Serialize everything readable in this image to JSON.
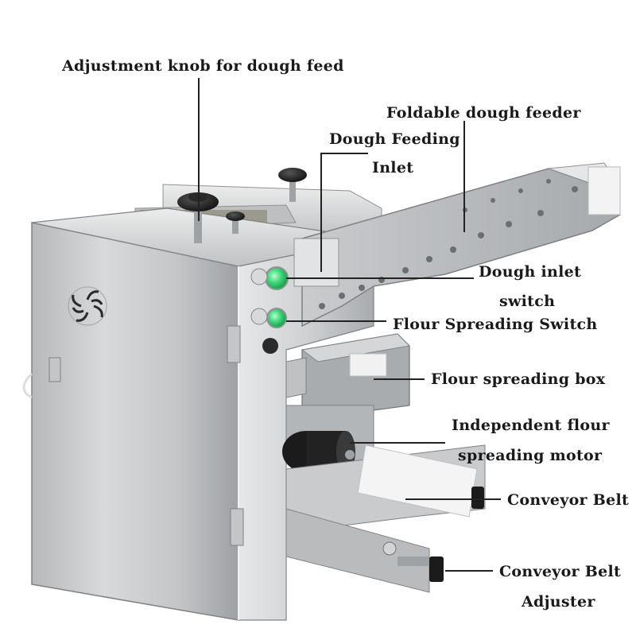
{
  "labels": {
    "adjust_knob": "Adjustment knob for dough feed",
    "foldable_feeder": "Foldable dough feeder",
    "feeding_inlet_1": "Dough Feeding",
    "feeding_inlet_2": "Inlet",
    "inlet_switch_1": "Dough inlet",
    "inlet_switch_2": "switch",
    "flour_switch": "Flour Spreading Switch",
    "flour_box": "Flour spreading box",
    "motor_1": "Independent flour",
    "motor_2": "spreading motor",
    "conveyor_belt": "Conveyor Belt",
    "belt_adjuster_1": "Conveyor Belt",
    "belt_adjuster_2": "Adjuster"
  },
  "colors": {
    "steel_light": "#d9dadb",
    "steel_mid": "#b9bbbd",
    "steel_dark": "#8f9295",
    "knob_black": "#1b1b1b",
    "indicator_green": "#3fd97a"
  },
  "icons": {
    "vent": "fan-vent-icon",
    "knob": "knob-icon",
    "switch": "indicator-switch-icon"
  }
}
